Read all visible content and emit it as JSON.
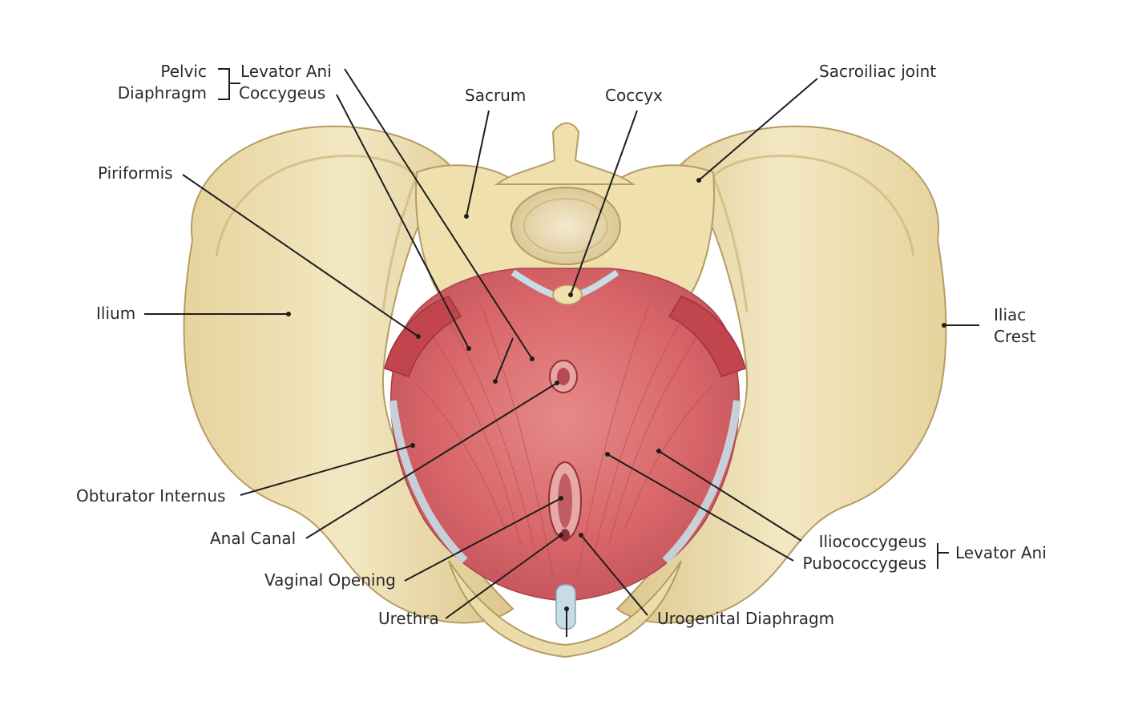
{
  "labels": {
    "pelvic_diaphragm_1": "Pelvic",
    "pelvic_diaphragm_2": "Diaphragm",
    "levator_ani_top": "Levator Ani",
    "coccygeus": "Coccygeus",
    "sacrum": "Sacrum",
    "coccyx": "Coccyx",
    "sacroiliac_joint": "Sacroiliac joint",
    "piriformis": "Piriformis",
    "ilium": "Ilium",
    "iliac_crest_1": "Iliac",
    "iliac_crest_2": "Crest",
    "obturator_internus": "Obturator Internus",
    "anal_canal": "Anal Canal",
    "vaginal_opening": "Vaginal Opening",
    "urethra": "Urethra",
    "urogenital_diaphragm": "Urogenital Diaphragm",
    "iliococcygeus": "Iliococcygeus",
    "pubococcygeus": "Pubococcygeus",
    "levator_ani_right": "Levator Ani"
  },
  "colors": {
    "bone": "#efe2b4",
    "bone_shade": "#d9c58e",
    "bone_outline": "#b59c62",
    "muscle": "#d9676a",
    "muscle_dark": "#b8464d",
    "muscle_light": "#e79a98",
    "tendon": "#c7dde6",
    "leader": "#1e1e1e"
  }
}
